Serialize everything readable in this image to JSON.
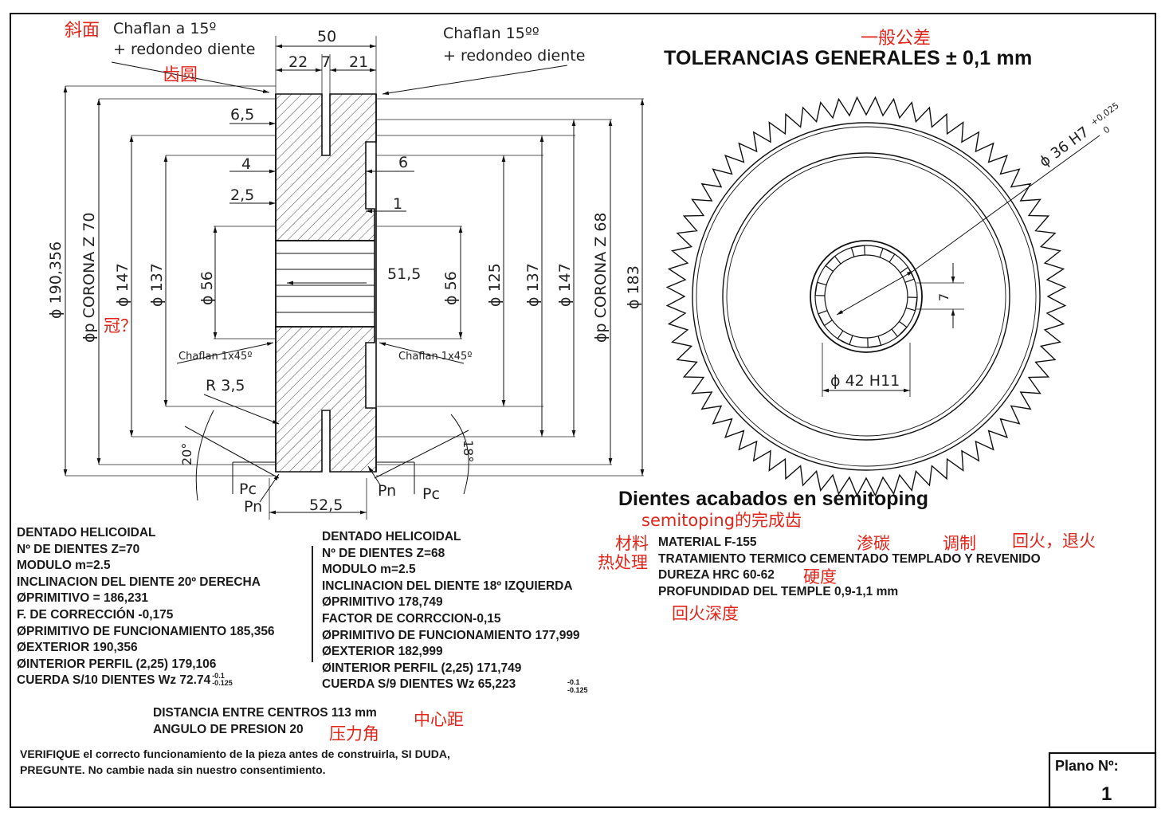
{
  "notes": {
    "xiemian": "斜面",
    "chiyuan": "齿圆",
    "guan": "冠？",
    "yiban_gongcha": "一般公差",
    "semitoping_cn": "semitoping的完成齿",
    "cailiao": "材料",
    "rechuli": "热处理",
    "shentan": "渗碳",
    "tiaozhi": "调制",
    "huihuo": "回火，退火",
    "yingdu": "硬度",
    "huihuo_shendu": "回火深度",
    "zhongxinju": "中心距",
    "yalijiao": "压力角"
  },
  "drawing": {
    "chaflan_a15": "Chaflan a 15º",
    "redondeo_left": "+ redondeo diente",
    "chaflan_15": "Chaflan 15ºº",
    "redondeo_right": "+ redondeo diente",
    "dim_50": "50",
    "dim_22": "22",
    "dim_7": "7",
    "dim_21": "21",
    "dim_6_5": "6,5",
    "dim_4": "4",
    "dim_2_5": "2,5",
    "dim_6": "6",
    "dim_1": "1",
    "dim_51_5": "51,5",
    "dim_52_5": "52,5",
    "dim_r35": "R 3,5",
    "chaflan_1x45_left": "Chaflan 1x45º",
    "chaflan_1x45_right": "Chaflan 1x45º",
    "angle_20": "20°",
    "angle_18": "18°",
    "pc_left": "Pc",
    "pn_left": "Pn",
    "pn_right": "Pn",
    "pc_right": "Pc",
    "d_190356": "ϕ 190,356",
    "dp_corona70": "ϕp CORONA Z 70",
    "d_147_left": "ϕ 147",
    "d_137_left": "ϕ 137",
    "d_56_left": "ϕ 56",
    "d_56_right": "ϕ 56",
    "d_125": "ϕ 125",
    "d_137_right": "ϕ 137",
    "d_147_right": "ϕ 147",
    "dp_corona68": "ϕp CORONA Z 68",
    "d_183": "ϕ 183",
    "d_36h7": "ϕ 36 H7",
    "tol_036_plus": "+0,025",
    "tol_036_zero": "0",
    "d_42h11": "ϕ 42 H11",
    "dim_7_key": "7"
  },
  "title": "TOLERANCIAS GENERALES ± 0,1 mm",
  "dientes_title": "Dientes acabados en semitoping",
  "gear_left": {
    "lines": [
      "DENTADO HELICOIDAL",
      "Nº DE DIENTES Z=70",
      "MODULO m=2.5",
      "INCLINACION DEL DIENTE 20º DERECHA",
      "ØPRIMITIVO = 186,231",
      "F. DE CORRECCIÓN -0,175",
      "ØPRIMITIVO DE FUNCIONAMIENTO 185,356",
      "ØEXTERIOR 190,356",
      "ØINTERIOR PERFIL (2,25) 179,106"
    ],
    "cuerda": "CUERDA S/10 DIENTES Wz 72.74",
    "cuerda_tol_top": "-0.1",
    "cuerda_tol_bottom": "-0.125"
  },
  "gear_right": {
    "lines": [
      "DENTADO HELICOIDAL",
      "Nº DE DIENTES Z=68",
      "MODULO m=2.5",
      "INCLINACION DEL DIENTE 18º IZQUIERDA",
      "ØPRIMITIVO 178,749",
      "FACTOR DE CORRCCION-0,15",
      "ØPRIMITIVO DE FUNCIONAMIENTO 177,999",
      "ØEXTERIOR 182,999",
      "ØINTERIOR PERFIL (2,25) 171,749"
    ],
    "cuerda": "CUERDA S/9 DIENTES Wz 65,223",
    "cuerda_tol_top": "-0.1",
    "cuerda_tol_bottom": "-0.125"
  },
  "material": {
    "material": "MATERIAL F-155",
    "tratamiento": "TRATAMIENTO TERMICO CEMENTADO TEMPLADO Y REVENIDO",
    "dureza": "DUREZA HRC 60-62",
    "profundidad": "PROFUNDIDAD DEL TEMPLE 0,9-1,1 mm"
  },
  "distancia": "DISTANCIA ENTRE CENTROS 113 mm",
  "angulo": "ANGULO DE PRESION 20",
  "verifique_1": "VERIFIQUE el correcto funcionamiento de la pieza antes de construirla, SI DUDA,",
  "verifique_2": "PREGUNTE. No cambie nada sin nuestro consentimiento.",
  "plano": {
    "label": "Plano Nº:",
    "number": "1"
  },
  "colors": {
    "annotation": "#e0251b",
    "line": "#1a1a1a",
    "hatch": "#333333"
  }
}
